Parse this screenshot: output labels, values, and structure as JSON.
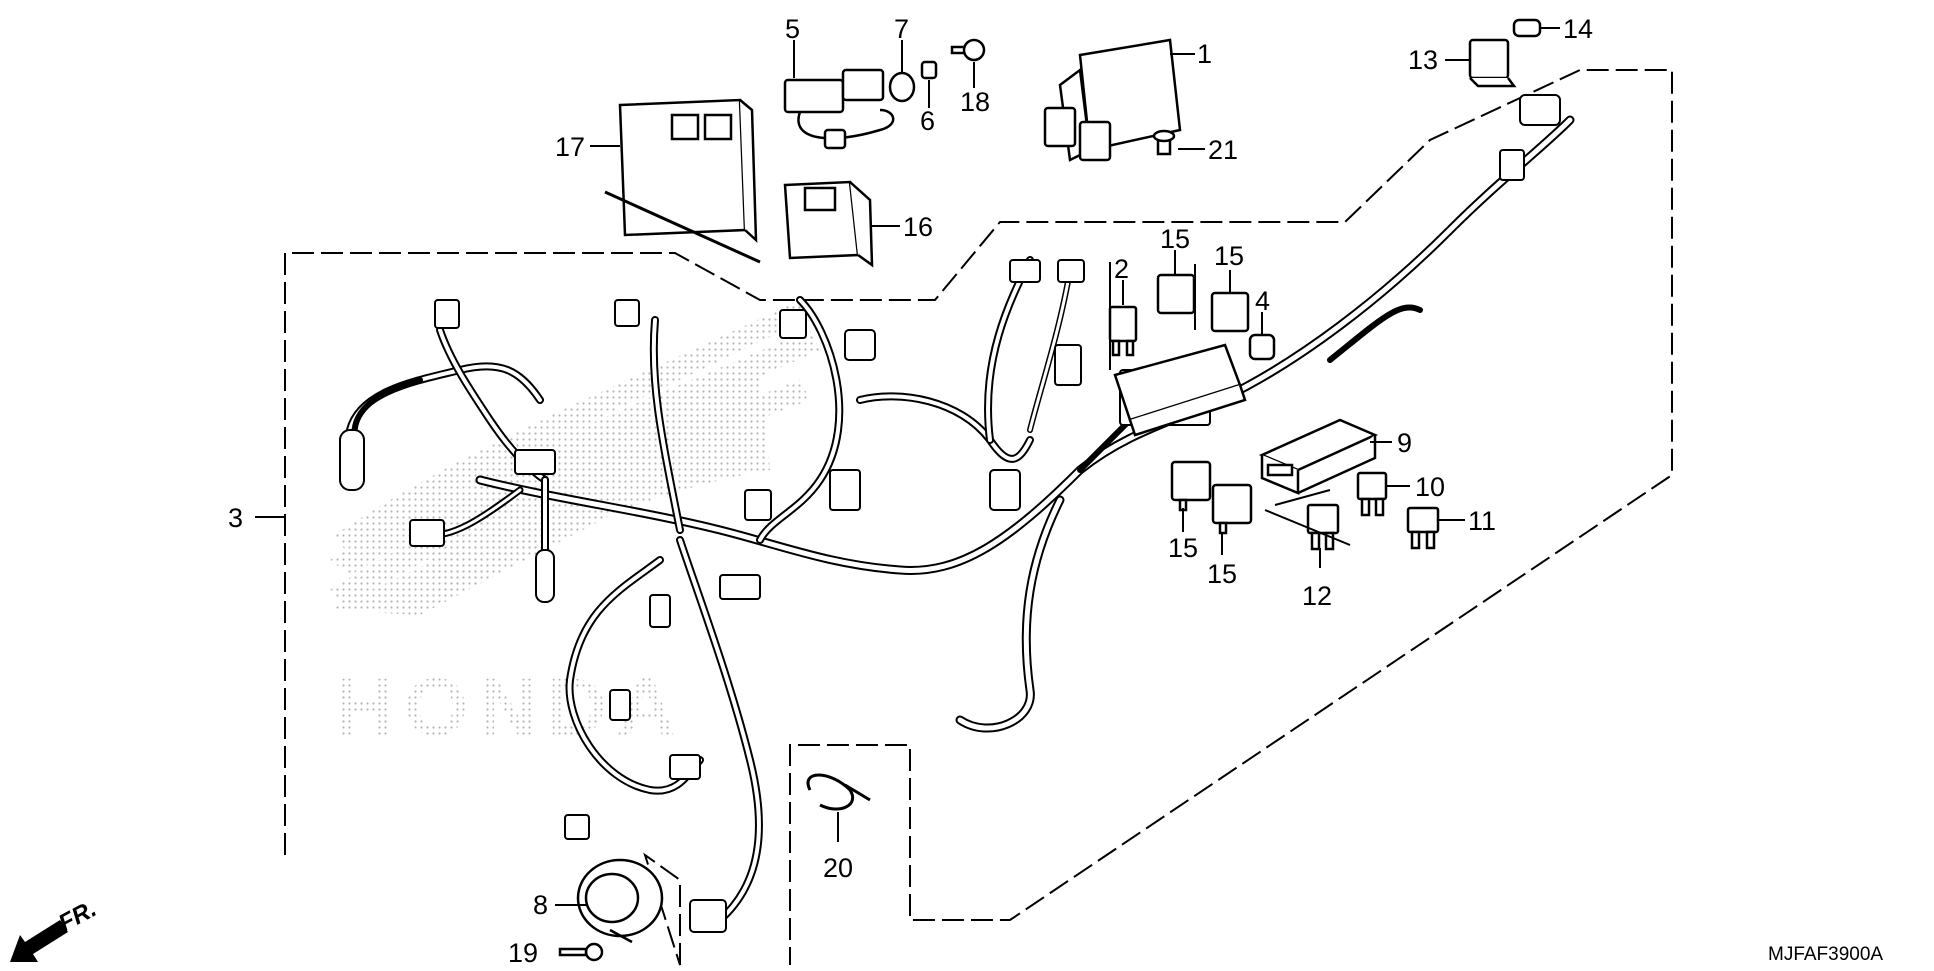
{
  "diagram_code": "MJFAF3900A",
  "direction_label": "FR.",
  "callouts": {
    "c1": "1",
    "c2": "2",
    "c3": "3",
    "c4": "4",
    "c5": "5",
    "c6": "6",
    "c7": "7",
    "c8": "8",
    "c9": "9",
    "c10": "10",
    "c11": "11",
    "c12": "12",
    "c13": "13",
    "c14": "14",
    "c15a": "15",
    "c15b": "15",
    "c15c": "15",
    "c15d": "15",
    "c16": "16",
    "c17": "17",
    "c18": "18",
    "c19": "19",
    "c20": "20",
    "c21": "21"
  },
  "watermark": "HONDA",
  "colors": {
    "ink": "#000000",
    "background": "#ffffff",
    "watermark": "#c8c8c8"
  }
}
